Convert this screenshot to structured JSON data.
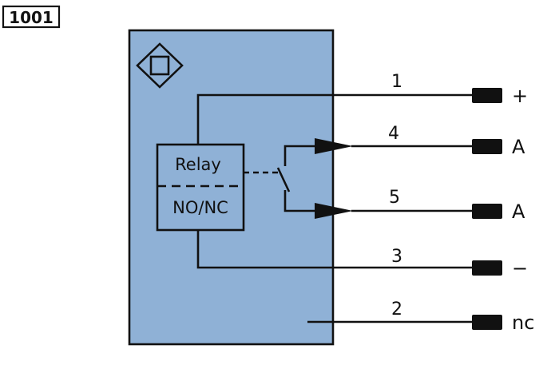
{
  "diagram_code": "1001",
  "relay": {
    "label": "Relay",
    "mode": "NO/NC"
  },
  "pins": [
    {
      "number": "1",
      "terminal": "+"
    },
    {
      "number": "4",
      "terminal": "A"
    },
    {
      "number": "5",
      "terminal": "A"
    },
    {
      "number": "3",
      "terminal": "−"
    },
    {
      "number": "2",
      "terminal": "nc"
    }
  ],
  "colors": {
    "housing_fill": "#8fb1d6",
    "line": "#111111",
    "terminal_block": "#111111"
  },
  "icons": {
    "sensor_symbol": "diamond-square-sensor-icon"
  }
}
